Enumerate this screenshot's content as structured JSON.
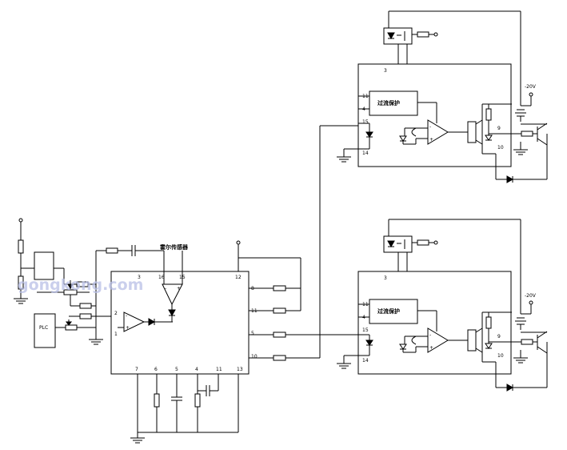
{
  "watermark": "gongkong.com",
  "main_block": {
    "top_pins": [
      "3",
      "16",
      "15",
      "12"
    ],
    "right_pins": [
      "8",
      "11",
      "5",
      "10"
    ],
    "left_pins": [
      "2",
      "1"
    ],
    "bottom_pins": [
      "7",
      "6",
      "5",
      "4",
      "11",
      "13"
    ]
  },
  "hall_sensor_label": "霍尔传感器",
  "plc_label": "PLC",
  "driver_top": {
    "pin_top": "3",
    "left_pins": [
      "11",
      "4",
      "15",
      "14"
    ],
    "right_pins": [
      "9",
      "10"
    ],
    "protect_label": "过流保护",
    "supply_label": "-20V"
  },
  "driver_bottom": {
    "pin_top": "3",
    "left_pins": [
      "11",
      "4",
      "15",
      "14"
    ],
    "right_pins": [
      "9",
      "10"
    ],
    "protect_label": "过流保护",
    "supply_label": "-20V"
  }
}
